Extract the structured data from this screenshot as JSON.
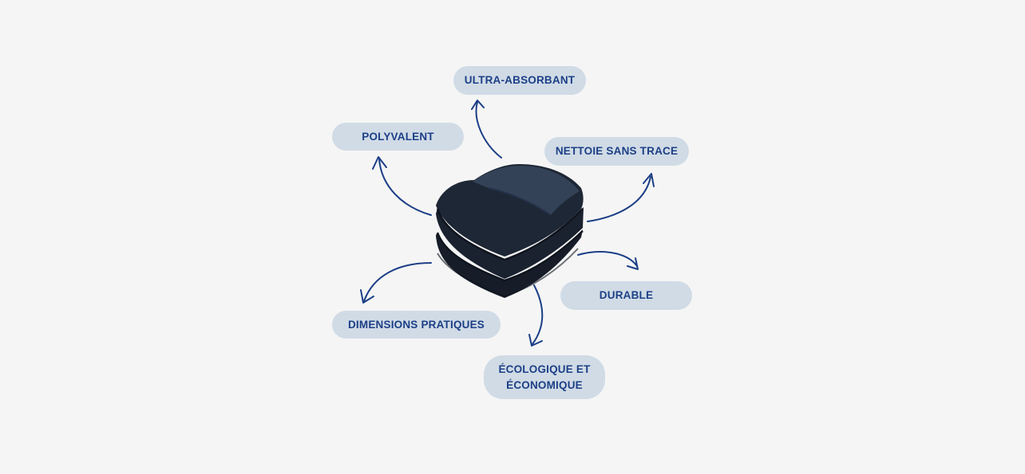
{
  "features": {
    "ultra_absorbant": "ULTRA-ABSORBANT",
    "polyvalent": "POLYVALENT",
    "nettoie_sans_trace": "NETTOIE SANS TRACE",
    "durable": "DURABLE",
    "dimensions_pratiques": "DIMENSIONS PRATIQUES",
    "ecologique_line1": "ÉCOLOGIQUE ET",
    "ecologique_line2": "ÉCONOMIQUE"
  },
  "colors": {
    "background": "#f5f5f5",
    "pill": "#d0dbe6",
    "label_text": "#1c3f86",
    "arrow": "#1c3f86",
    "towel": "#1e2735"
  },
  "icons": {
    "product": "microfiber-towel-stack-icon",
    "arrow": "curved-arrow-icon"
  }
}
